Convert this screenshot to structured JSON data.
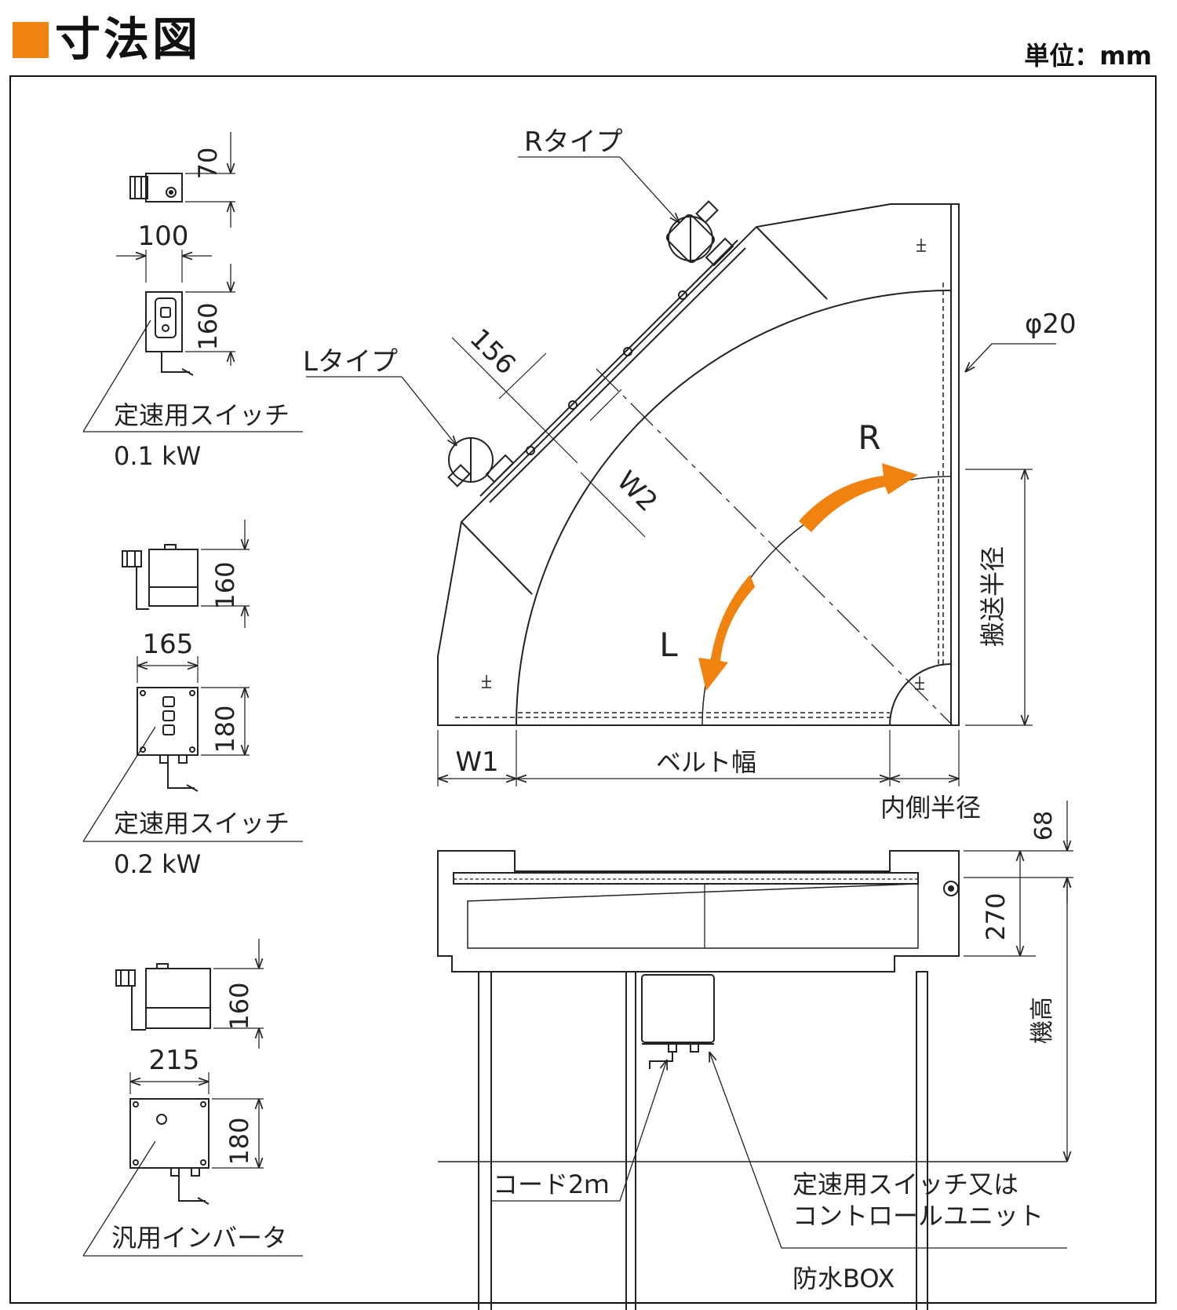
{
  "header": {
    "title": "寸法図",
    "unit": "単位：mm",
    "accent_color": "#f0820f"
  },
  "switch_01": {
    "dim_70": "70",
    "dim_100": "100",
    "dim_160": "160",
    "label": "定速用スイッチ",
    "power": "0.1 kW"
  },
  "switch_02": {
    "dim_160": "160",
    "dim_165": "165",
    "dim_180": "180",
    "label": "定速用スイッチ",
    "power": "0.2 kW"
  },
  "inverter": {
    "dim_160": "160",
    "dim_215": "215",
    "dim_180": "180",
    "label": "汎用インバータ"
  },
  "plan": {
    "r_type": "Rタイプ",
    "l_type": "Lタイプ",
    "dim_156": "156",
    "phi": "φ20",
    "dir_r": "R",
    "dir_l": "L",
    "w2": "W2",
    "w1": "W1",
    "belt_width": "ベルト幅",
    "inner_radius": "内側半径",
    "transport_radius": "搬送半径",
    "arrow_color": "#f0820f"
  },
  "side": {
    "dim_68": "68",
    "dim_270": "270",
    "machine_height": "機高",
    "cord": "コード2ｍ",
    "switch_line1": "定速用スイッチ又は",
    "switch_line2": "コントロールユニット",
    "waterproof": "防水BOX"
  }
}
